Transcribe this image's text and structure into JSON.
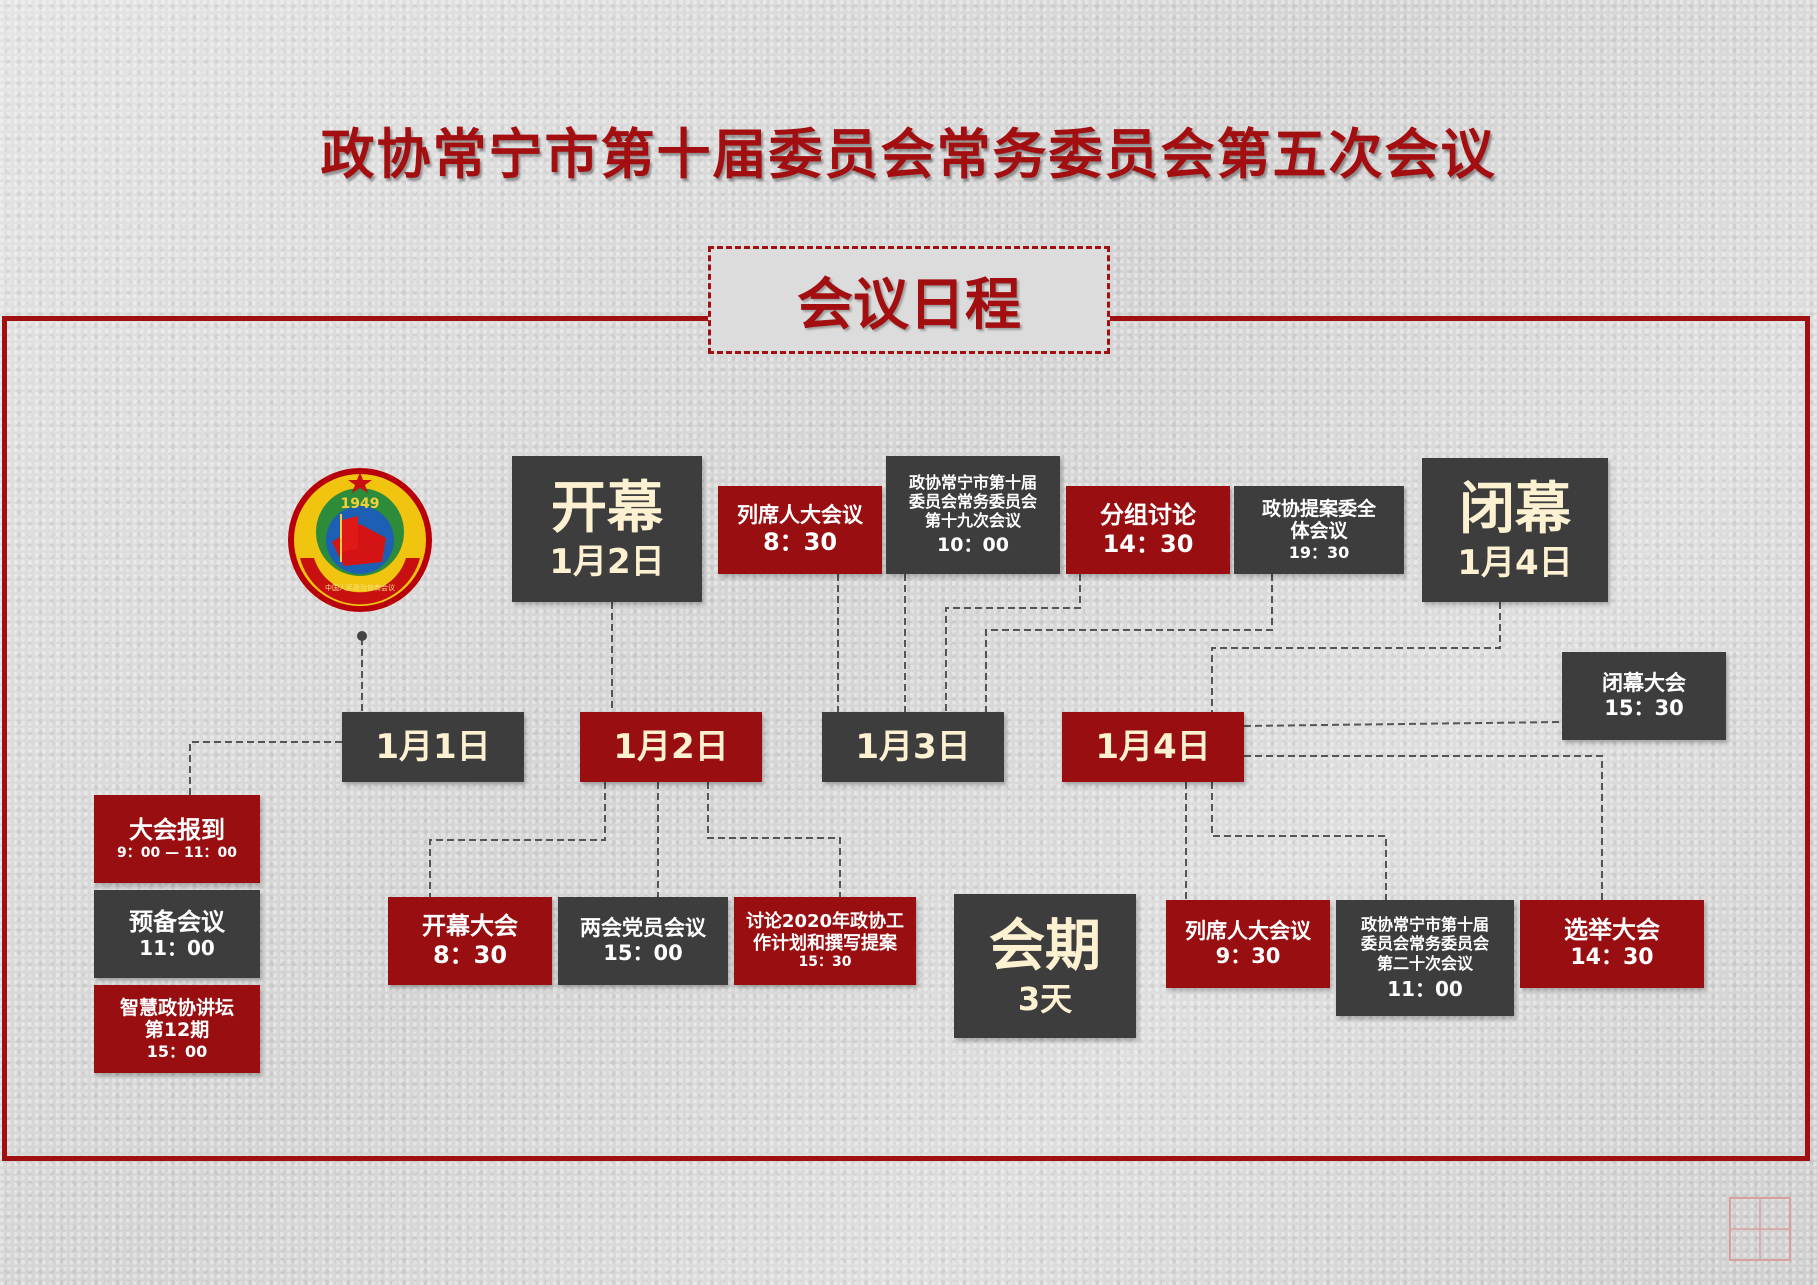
{
  "title": "政协常宁市第十届委员会常务委员会第五次会议",
  "subtitle": "会议日程",
  "emblem": {
    "year": "1949",
    "ring_text": "中国人民政治协商会议"
  },
  "headers": {
    "opening": {
      "label": "开幕",
      "date": "1月2日"
    },
    "closing": {
      "label": "闭幕",
      "date": "1月4日"
    },
    "duration": {
      "label": "会期",
      "days": "3天"
    }
  },
  "days": [
    {
      "label": "1月1日"
    },
    {
      "label": "1月2日"
    },
    {
      "label": "1月3日"
    },
    {
      "label": "1月4日"
    }
  ],
  "events": {
    "reg": {
      "name": "大会报到",
      "time": "9：00 — 11：00"
    },
    "prep": {
      "name": "预备会议",
      "time": "11：00"
    },
    "forum": {
      "name": "智慧政协讲坛\n第12期",
      "time": "15：00"
    },
    "opening_meeting": {
      "name": "开幕大会",
      "time": "8：30"
    },
    "party_meeting": {
      "name": "两会党员会议",
      "time": "15：00"
    },
    "discussion_plan": {
      "name": "讨论2020年政协工\n作计划和撰写提案",
      "time": "15：30"
    },
    "npc_attend_d3": {
      "name": "列席人大会议",
      "time": "8：30"
    },
    "standing_19": {
      "name": "政协常宁市第十届\n委员会常务委员会\n第十九次会议",
      "time": "10：00"
    },
    "group_discussion": {
      "name": "分组讨论",
      "time": "14：30"
    },
    "proposal_committee": {
      "name": "政协提案委全\n体会议",
      "time": "19：30"
    },
    "closing_meeting": {
      "name": "闭幕大会",
      "time": "15：30"
    },
    "npc_attend_d4": {
      "name": "列席人大会议",
      "time": "9：30"
    },
    "standing_20": {
      "name": "政协常宁市第十届\n委员会常务委员会\n第二十次会议",
      "time": "11：00"
    },
    "election": {
      "name": "选举大会",
      "time": "14：30"
    }
  },
  "colors": {
    "red": "#990e10",
    "gray": "#3d3d3d",
    "title_red": "#a30f10"
  }
}
